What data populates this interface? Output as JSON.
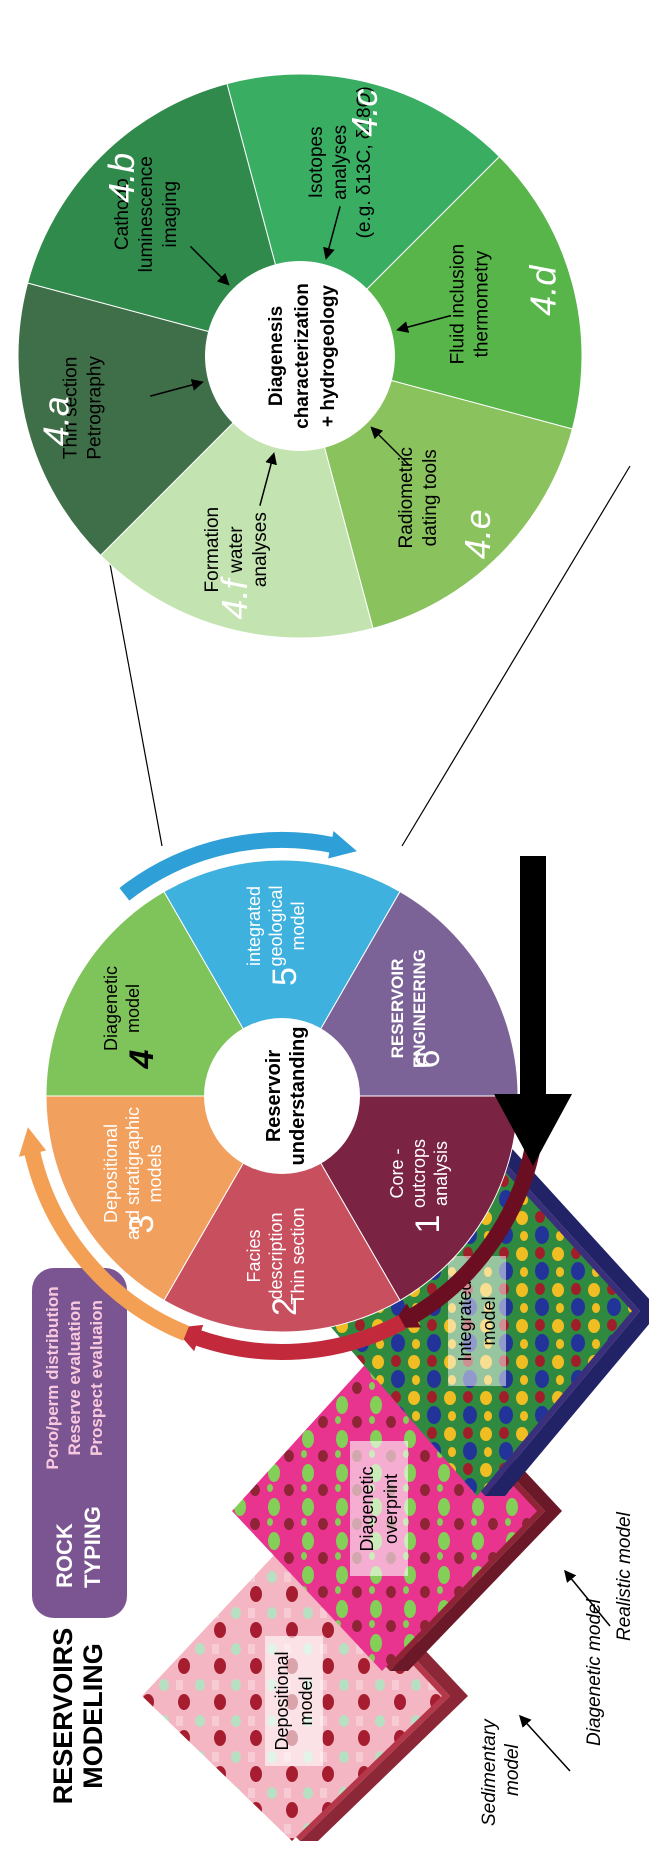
{
  "title": {
    "line1": "RESERVOIRS",
    "line2": "MODELING"
  },
  "rock_typing": {
    "heading1": "ROCK",
    "heading2": "TYPING",
    "items": [
      "Poro/perm distribution",
      "Reserve evaluation",
      "Prospect evaluaion"
    ]
  },
  "models": {
    "depositional": [
      "Depositional",
      "model"
    ],
    "diagenetic": [
      "Diagenetic",
      "overprint"
    ],
    "integrated": [
      "Integrated",
      "model"
    ]
  },
  "model_labels": {
    "sedimentary": [
      "Sedimentary",
      "model"
    ],
    "diagenetic": "Diagenetic model",
    "realistic": "Realistic model"
  },
  "cycle": {
    "center": [
      "Reservoir",
      "understanding"
    ],
    "segments": [
      {
        "num": "1",
        "lines": [
          "Core -",
          "outcrops",
          "analysis"
        ],
        "color": "#7a2343"
      },
      {
        "num": "2",
        "lines": [
          "Facies",
          "description",
          "Thin section"
        ],
        "color": "#c84f5e"
      },
      {
        "num": "3",
        "lines": [
          "Depositional",
          "and stratigraphic",
          "models"
        ],
        "color": "#f2a05d"
      },
      {
        "num": "4",
        "lines": [
          "Diagenetic",
          "model"
        ],
        "color": "#7fc45a"
      },
      {
        "num": "5",
        "lines": [
          "integrated",
          "geological",
          "model"
        ],
        "color": "#3fb1de"
      },
      {
        "num": "6",
        "lines": [
          "RESERVOIR",
          "ENGINEERING"
        ],
        "color": "#7c6397"
      }
    ]
  },
  "diagenesis": {
    "center": [
      "Diagenesis",
      "characterization",
      "+ hydrogeology"
    ],
    "segments": [
      {
        "num": "4.a",
        "lines": [
          "Thin section",
          "Petrography"
        ],
        "color": "#3f6f48"
      },
      {
        "num": "4.b",
        "lines": [
          "Cathodo",
          "luminescence",
          "imaging"
        ],
        "color": "#2f8a4b"
      },
      {
        "num": "4.c",
        "lines": [
          "Isotopes",
          "analyses",
          "(e.g. δ13C, δ18O)"
        ],
        "color": "#39ad62"
      },
      {
        "num": "4.d",
        "lines": [
          "Fluid inclusion",
          "thermometry"
        ],
        "color": "#57b54a"
      },
      {
        "num": "4.e",
        "lines": [
          "Radiometric",
          "dating tools"
        ],
        "color": "#8ac25e"
      },
      {
        "num": "4.f",
        "lines": [
          "Formation",
          "water",
          "analyses"
        ],
        "color": "#c3e3b0"
      }
    ]
  },
  "colors": {
    "rock_box": "#7b5591",
    "arrow_dark": "#6b0e22",
    "arrow_red": "#c22a3c",
    "arrow_orange": "#f3a055",
    "arrow_blue": "#2f9fd8"
  }
}
